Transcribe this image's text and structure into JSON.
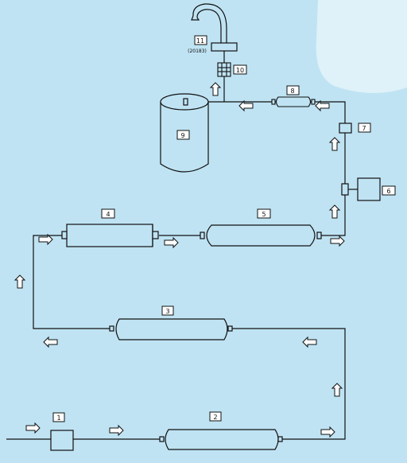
{
  "colors": {
    "background": "#bfe3f3",
    "highlight": "#dff1f9",
    "line": "#111111",
    "fill": "#bfe3f3"
  },
  "labels": {
    "n1": "1",
    "n2": "2",
    "n3": "3",
    "n4": "4",
    "n5": "5",
    "n6": "6",
    "n7": "7",
    "n8": "8",
    "n9": "9",
    "n10": "10",
    "n11": "11",
    "model_code": "(20183)"
  },
  "icons": {
    "faucet": "faucet-icon",
    "flow_arrow": "flow-arrow-icon"
  }
}
